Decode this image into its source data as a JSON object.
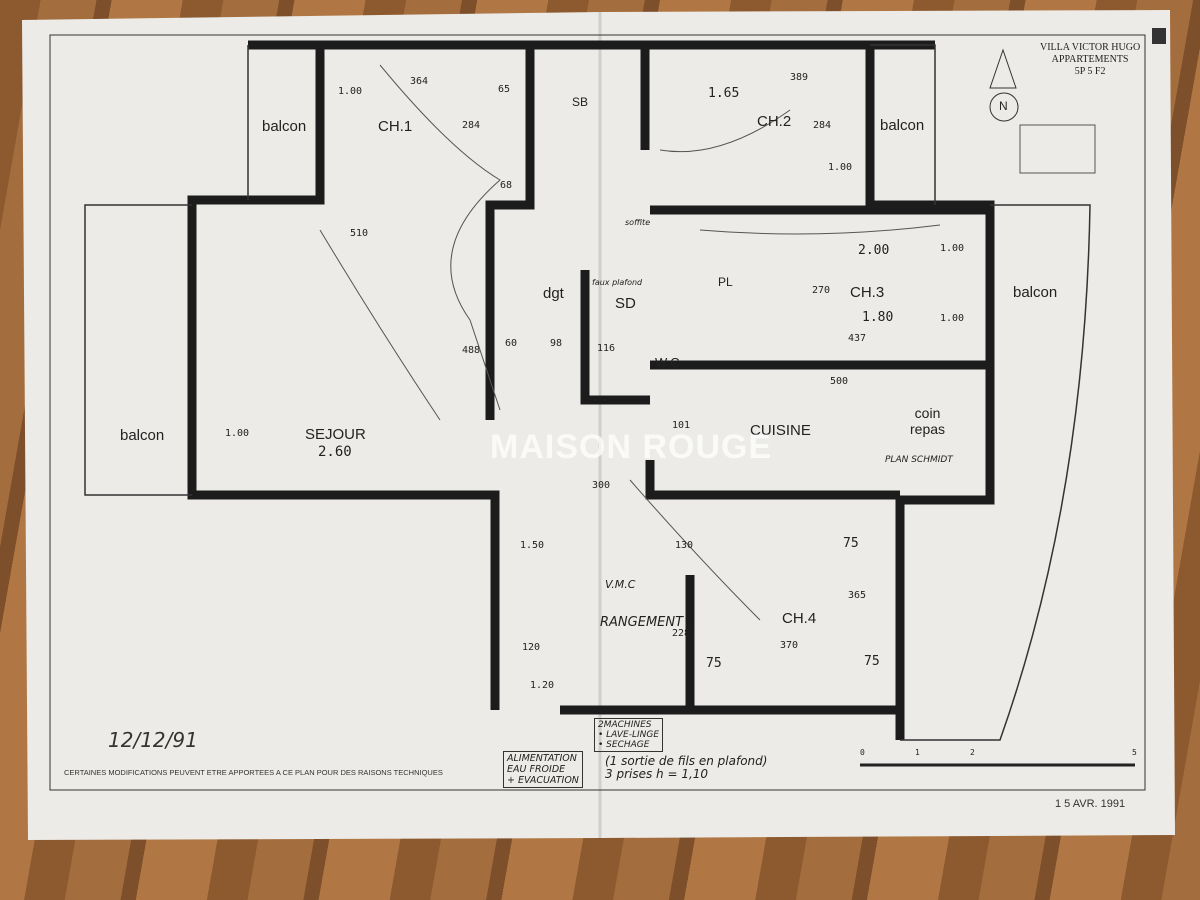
{
  "title_block": {
    "line1": "VILLA VICTOR HUGO",
    "line2": "APPARTEMENTS",
    "line3": "5P 5 F2",
    "north": "N"
  },
  "rooms": {
    "ch1": "CH.1",
    "ch2": "CH.2",
    "ch3": "CH.3",
    "ch4": "CH.4",
    "sejour": "SEJOUR",
    "cuisine": "CUISINE",
    "coin_repas": "coin\nrepas",
    "dgt": "dgt",
    "sd": "SD",
    "sb": "SB",
    "wc": "W.C",
    "pl": "PL",
    "rangement": "RANGEMENT",
    "vmc": "V.M.C",
    "balcon1": "balcon",
    "balcon2": "balcon",
    "balcon3": "balcon",
    "balcon4": "balcon",
    "plan_schmidt": "PLAN SCHMIDT"
  },
  "dimensions": [
    "364",
    "1.00",
    "65",
    "389",
    "1.65",
    "284",
    "284",
    "1.00",
    "68",
    "510",
    "2.00",
    "1.00",
    "270",
    "1.80",
    "1.00",
    "437",
    "488",
    "500",
    "1.00",
    "2.60",
    "101",
    "60",
    "98",
    "116",
    "300",
    "1.50",
    "75",
    "365",
    "370",
    "75",
    "75",
    "120",
    "228",
    "130",
    "1.20"
  ],
  "notes": {
    "disclaimer": "CERTAINES MODIFICATIONS PEUVENT ETRE APPORTEES A CE PLAN POUR DES RAISONS TECHNIQUES",
    "machines": "2MACHINES\n• LAVE-LINGE\n• SECHAGE",
    "alimentation": "ALIMENTATION\nEAU FROIDE\n+ EVACUATION",
    "plafond": "(1 sortie de fils en plafond)\n3 prises h = 1,10",
    "handwritten_date": "12/12/91",
    "stamp_date": "1 5 AVR. 1991",
    "faux_plafond": "faux plafond",
    "soffite": "soffite"
  },
  "scale": {
    "ticks": [
      "0",
      "1",
      "2",
      "5"
    ]
  },
  "watermark": "MAISON ROUGE",
  "colors": {
    "paper": "#ecebe7",
    "wall": "#1c1c1c",
    "wood": "#9a6436"
  }
}
